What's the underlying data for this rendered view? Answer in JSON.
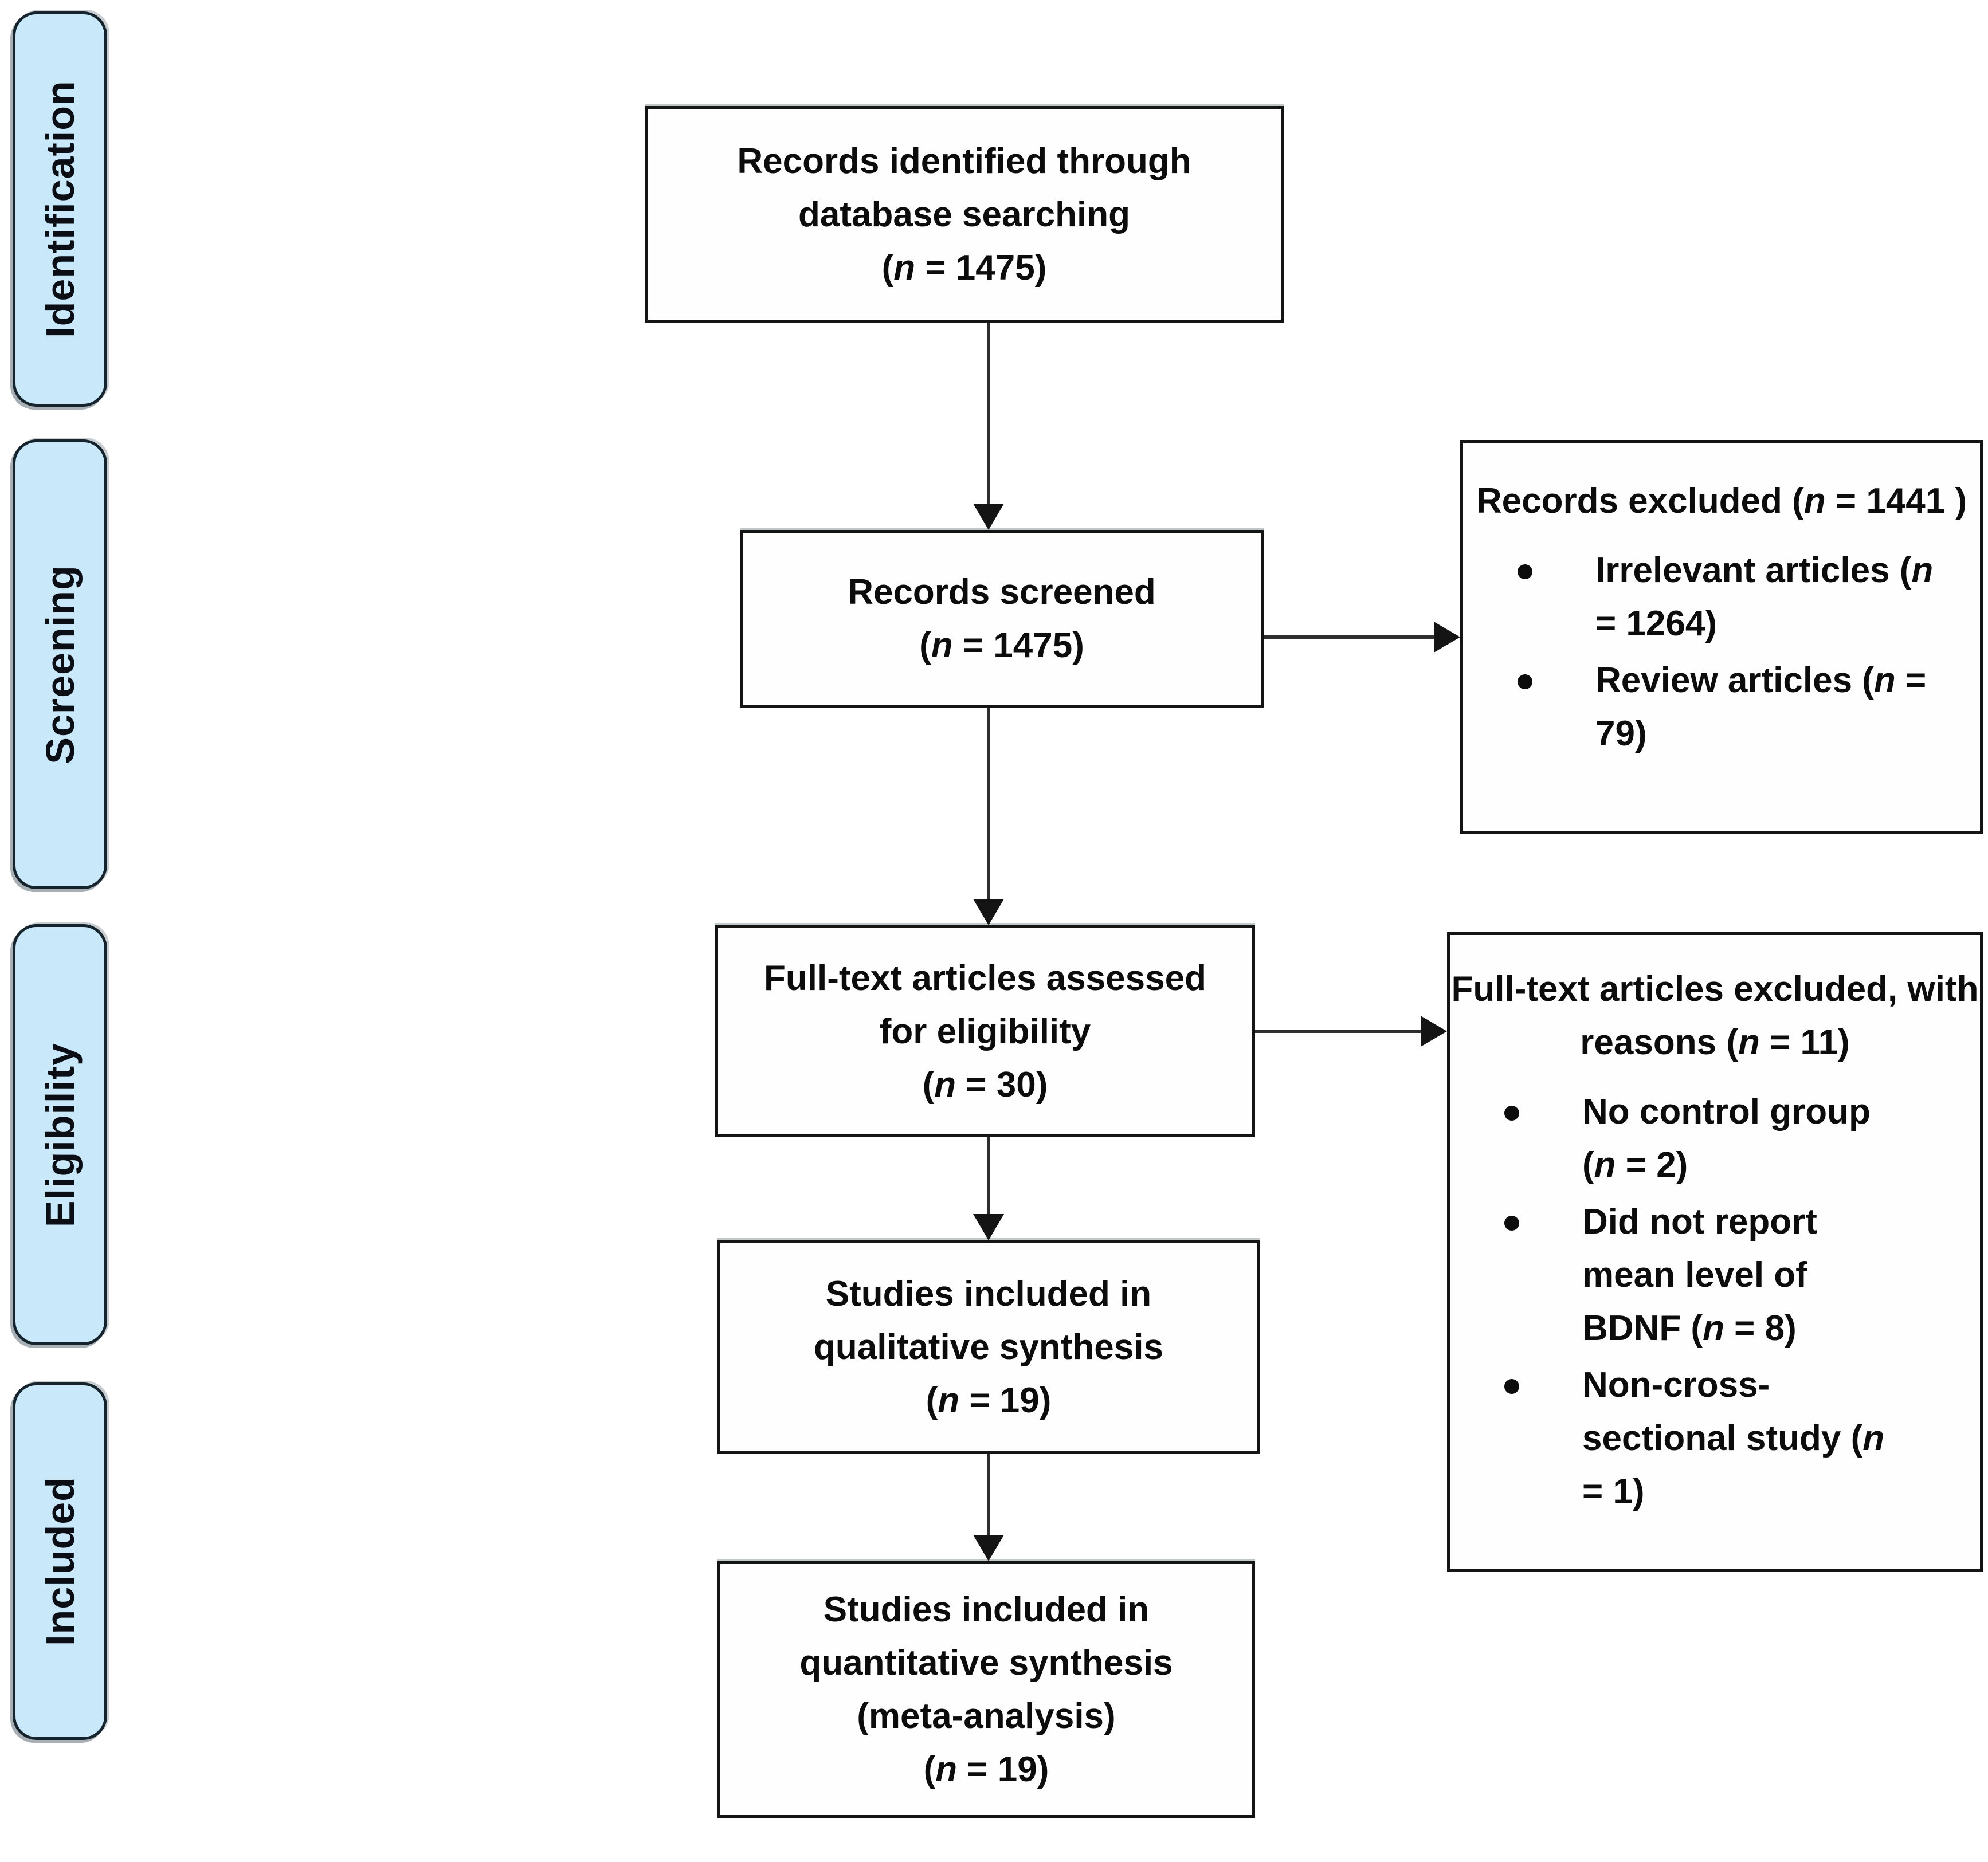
{
  "meta": {
    "diagram_type": "PRISMA flow diagram"
  },
  "colors": {
    "background": "#ffffff",
    "sidebar_fill": "#c9e8f9",
    "box_border": "#141414",
    "arrow": "#2e2e2e",
    "text": "#0c0c0c"
  },
  "sidebar": {
    "items": [
      {
        "label": "Identification"
      },
      {
        "label": "Screening"
      },
      {
        "label": "Eligibility"
      },
      {
        "label": "Included"
      }
    ]
  },
  "boxes": {
    "identified": {
      "lines": [
        "Records identified through",
        "database searching",
        "(n = 1475)"
      ]
    },
    "screened": {
      "lines": [
        "Records screened",
        "(n = 1475)"
      ]
    },
    "records_excluded": {
      "title_lines": [
        "Records excluded",
        "(n = 1441 )"
      ],
      "bullets": [
        "Irrelevant articles (n = 1264)",
        "Review articles (n = 79)"
      ]
    },
    "fulltext_assessed": {
      "lines": [
        "Full-text articles assessed",
        "for eligibility",
        "(n = 30)"
      ]
    },
    "fulltext_excluded": {
      "title_lines": [
        "Full-text articles excluded,",
        "with reasons",
        "(n = 11)"
      ],
      "bullets": [
        "No control group (n = 2)",
        "Did not report mean level of BDNF (n = 8)",
        "Non-cross-sectional study (n = 1)"
      ]
    },
    "qualitative": {
      "lines": [
        "Studies included in",
        "qualitative synthesis",
        "(n = 19)"
      ]
    },
    "quantitative": {
      "lines": [
        "Studies included in",
        "quantitative synthesis",
        "(meta-analysis)",
        "(n = 19)"
      ]
    }
  }
}
